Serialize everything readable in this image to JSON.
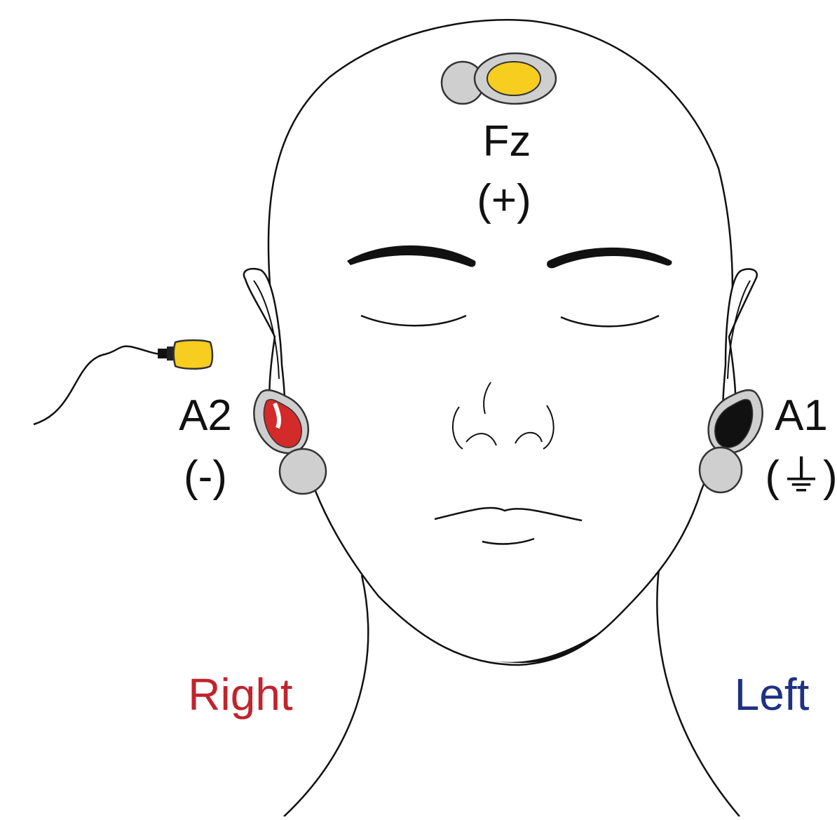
{
  "electrodes": {
    "fz": {
      "name": "Fz",
      "sign": "(+)",
      "color": "#f7cd1f"
    },
    "a2": {
      "name": "A2",
      "sign": "(-)",
      "color": "#d32a2a"
    },
    "a1": {
      "name": "A1",
      "sign": "(⏚)",
      "color": "#111111"
    }
  },
  "sides": {
    "right": {
      "label": "Right",
      "color": "#c0242c"
    },
    "left": {
      "label": "Left",
      "color": "#1f3184"
    }
  },
  "colors": {
    "clip_gray": "#cfcfcf",
    "earplug": "#f7cd1f",
    "outline": "#111111"
  }
}
